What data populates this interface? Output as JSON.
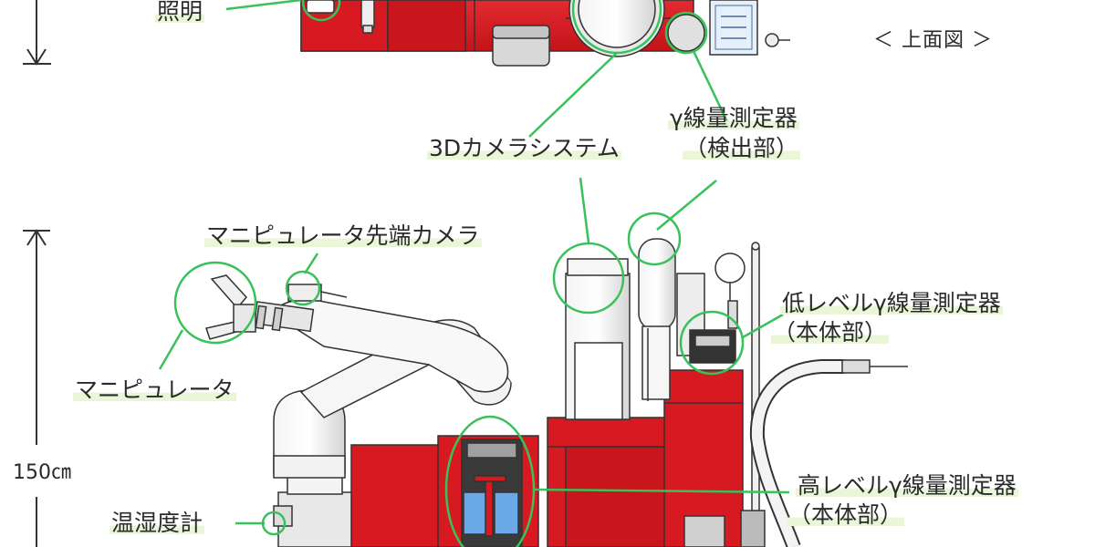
{
  "labels": {
    "lighting": "照明",
    "top_view": "＜ 上面図 ＞",
    "camera_3d": "3Dカメラシステム",
    "gamma_detector_line1": "γ線量測定器",
    "gamma_detector_line2": "（検出部）",
    "manip_tip_camera": "マニピュレータ先端カメラ",
    "low_gamma_line1": "低レベルγ線量測定器",
    "low_gamma_line2": "（本体部）",
    "manipulator": "マニピュレータ",
    "height": "150㎝",
    "high_gamma_line1": "高レベルγ線量測定器",
    "high_gamma_line2": "（本体部）",
    "thermo_hygrometer": "温湿度計"
  },
  "colors": {
    "robot_red": "#d71921",
    "robot_red_dark": "#a80f15",
    "callout_green": "#39c15a",
    "label_highlight": "#eaf6d8",
    "outline": "#333333",
    "grey_part": "#e8e8e8"
  }
}
